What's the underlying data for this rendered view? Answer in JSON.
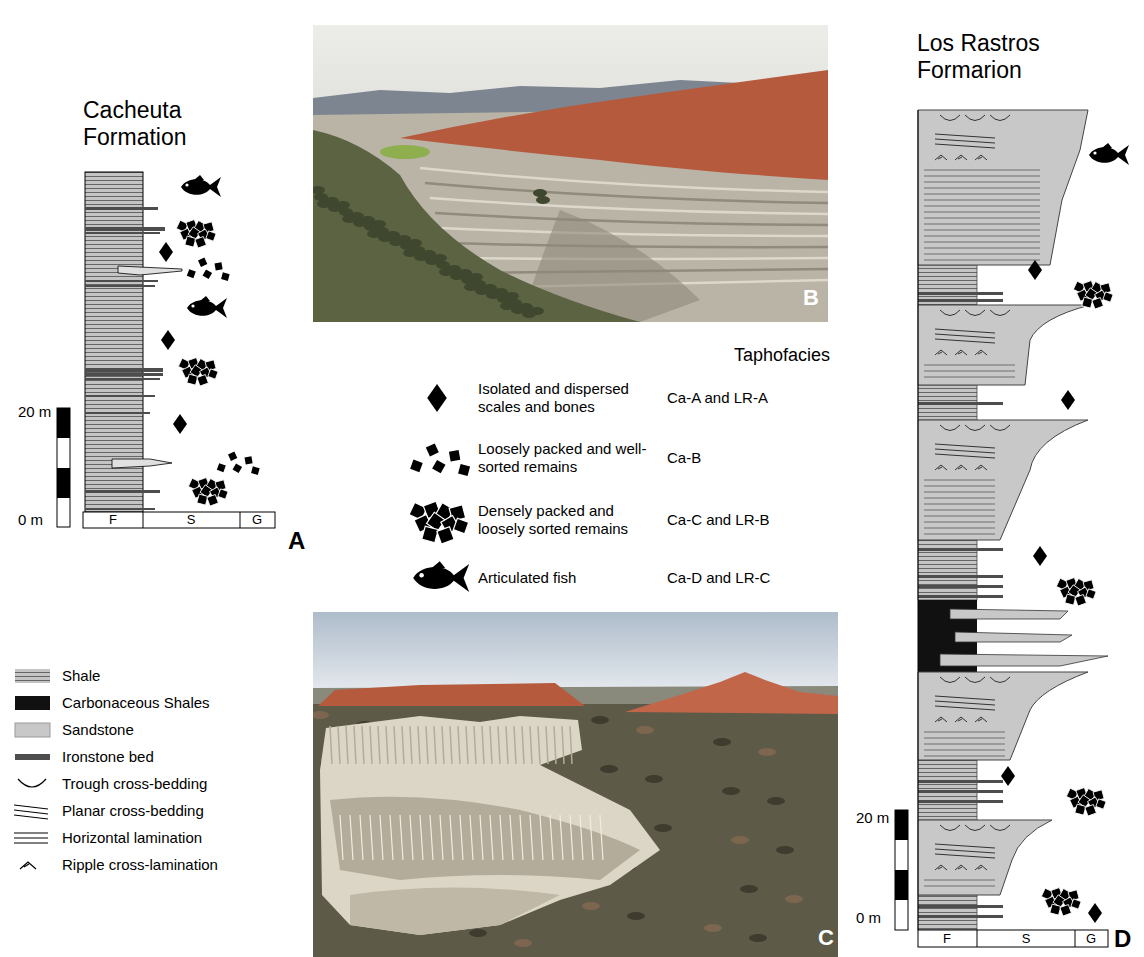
{
  "diagram": {
    "labels": [
      "Cacheuta Formation",
      "20 m",
      "0 m",
      "F",
      "S",
      "G",
      "A",
      "B",
      "Taphofacies",
      "Ca-A and LR-A",
      "Ca-B",
      "Ca-C and LR-B",
      "Ca-D and LR-C",
      "C",
      "Los Rastros Formarion",
      "20 m",
      "0 m",
      "F",
      "S",
      "G",
      "D"
    ],
    "legend": [
      {
        "text": "Isolated and dispersed scales and bones"
      },
      {
        "text": "Loosely packed and well-sorted remains"
      },
      {
        "text": "Densely packed and loosely sorted remains"
      },
      {
        "text": "Articulated fish"
      },
      {
        "text": "Shale"
      },
      {
        "text": "Carbonaceous Shales",
        "color": "#111111"
      },
      {
        "text": "Sandstone",
        "color": "#c8c8c8"
      },
      {
        "text": "Ironstone bed",
        "color": "#4d4d4d"
      },
      {
        "text": "Trough cross-bedding"
      },
      {
        "text": "Planar cross-bedding"
      },
      {
        "text": "Horizontal lamination"
      },
      {
        "text": "Ripple cross-lamination"
      }
    ]
  }
}
